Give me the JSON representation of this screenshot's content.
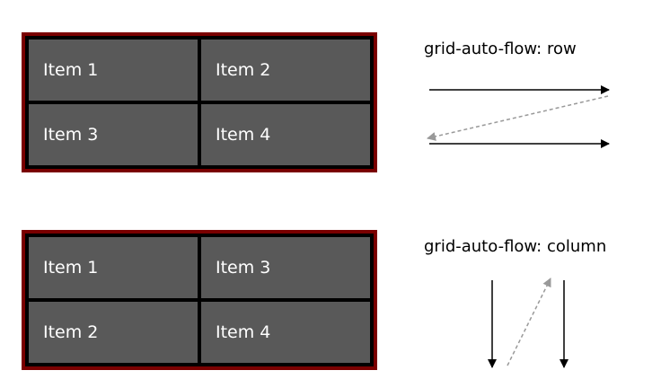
{
  "examples": [
    {
      "caption": "grid-auto-flow: row",
      "items": [
        "Item 1",
        "Item 2",
        "Item 3",
        "Item 4"
      ]
    },
    {
      "caption": "grid-auto-flow: column",
      "items": [
        "Item 1",
        "Item 3",
        "Item 2",
        "Item 4"
      ]
    }
  ],
  "colors": {
    "border": "#7a0000",
    "cell": "#595959",
    "gap": "#000000",
    "arrow": "#000000",
    "dashed_arrow": "#999999"
  }
}
